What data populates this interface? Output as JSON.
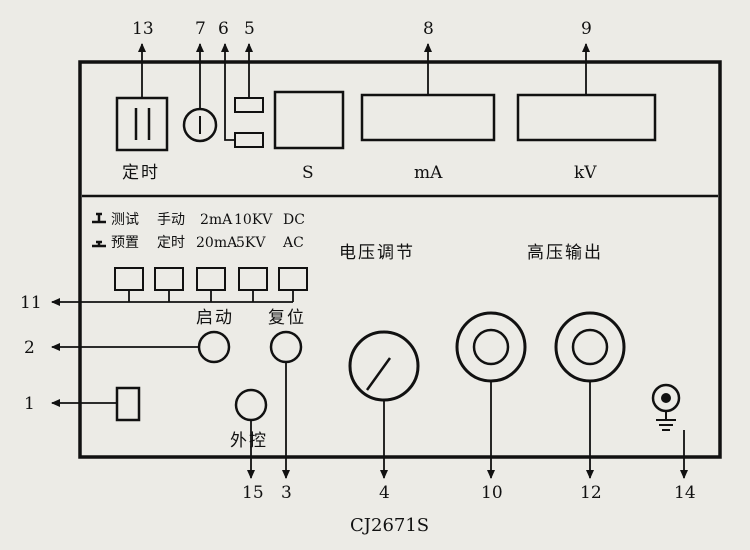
{
  "callouts": {
    "n13": "13",
    "n7": "7",
    "n6": "6",
    "n5": "5",
    "n8": "8",
    "n9": "9",
    "n11": "11",
    "n2": "2",
    "n1": "1",
    "n15": "15",
    "n3": "3",
    "n4": "4",
    "n10": "10",
    "n12": "12",
    "n14": "14"
  },
  "labels": {
    "timer": "定时",
    "s_unit": "S",
    "ma_unit": "mA",
    "kv_unit": "kV",
    "test_line1": "测试",
    "test_line2": "预置",
    "manual_line1": "手动",
    "manual_line2": "定时",
    "range_ma_top": "2mA",
    "range_ma_bottom": "20mA",
    "range_kv_top": "10KV",
    "range_kv_bottom": "5KV",
    "mode_top": "DC",
    "mode_bottom": "AC",
    "voltage_adjust": "电压调节",
    "hv_output": "高压输出",
    "start": "启动",
    "reset": "复位",
    "external": "外控",
    "model": "CJ2671S"
  }
}
